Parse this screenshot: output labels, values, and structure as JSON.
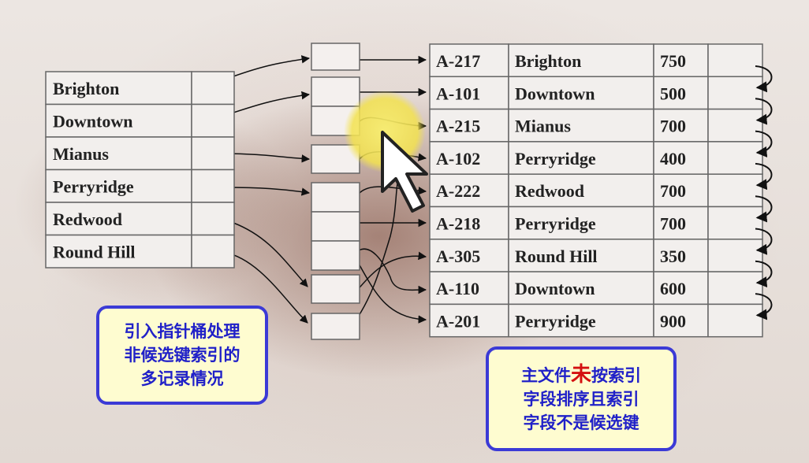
{
  "index_file": {
    "entries": [
      "Brighton",
      "Downtown",
      "Mianus",
      "Perryridge",
      "Redwood",
      "Round Hill"
    ]
  },
  "main_file": {
    "records": [
      {
        "account": "A-217",
        "branch": "Brighton",
        "balance": "750"
      },
      {
        "account": "A-101",
        "branch": "Downtown",
        "balance": "500"
      },
      {
        "account": "A-215",
        "branch": "Mianus",
        "balance": "700"
      },
      {
        "account": "A-102",
        "branch": "Perryridge",
        "balance": "400"
      },
      {
        "account": "A-222",
        "branch": "Redwood",
        "balance": "700"
      },
      {
        "account": "A-218",
        "branch": "Perryridge",
        "balance": "700"
      },
      {
        "account": "A-305",
        "branch": "Round Hill",
        "balance": "350"
      },
      {
        "account": "A-110",
        "branch": "Downtown",
        "balance": "600"
      },
      {
        "account": "A-201",
        "branch": "Perryridge",
        "balance": "900"
      }
    ]
  },
  "notes": {
    "left": [
      "引入指针桶处理",
      "非候选键索引的",
      "多记录情况"
    ],
    "right_line1_prefix": "主文件",
    "right_line1_emphasis": "未",
    "right_line1_suffix": "按索引",
    "right_line2": "字段排序且索引",
    "right_line3": "字段不是候选键"
  },
  "colors": {
    "note_border": "#3b3ad6",
    "note_fill": "#fefcd0",
    "note_text": "#2020c8",
    "emphasis": "#d41010",
    "highlight": "#f6e860"
  },
  "icons": {
    "cursor": "mouse-pointer-icon"
  }
}
